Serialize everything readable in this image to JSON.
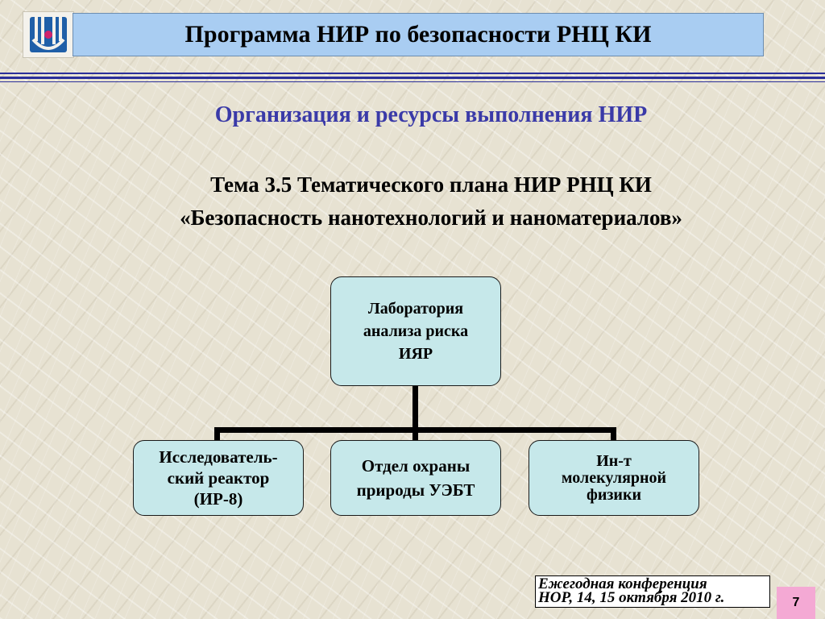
{
  "header": {
    "title": "Программа НИР по безопасности РНЦ КИ"
  },
  "subtitle": "Организация и ресурсы выполнения НИР",
  "theme": {
    "line1": "Тема 3.5 Тематического плана НИР  РНЦ КИ",
    "line2": "«Безопасность нанотехнологий и наноматериалов»"
  },
  "org_chart": {
    "root": {
      "lines": [
        "Лаборатория",
        "анализа риска",
        "ИЯР"
      ]
    },
    "children": [
      {
        "lines": [
          "Исследователь-",
          "ский реактор",
          "(ИР-8)"
        ]
      },
      {
        "lines": [
          "Отдел охраны",
          "природы УЭБТ"
        ]
      },
      {
        "lines": [
          "Ин-т",
          "молекулярной",
          "физики"
        ]
      }
    ]
  },
  "footer": {
    "line1": "Ежегодная конференция",
    "line2": "НОР,  14, 15 октября 2010 г."
  },
  "page_number": "7",
  "colors": {
    "title_bg": "#a9cdf2",
    "subtitle": "#3a3aa8",
    "node_fill": "#c6e8ea",
    "page_badge": "#f4a9d4"
  },
  "icons": {
    "logo": "kurchatov-institute-logo-icon"
  }
}
